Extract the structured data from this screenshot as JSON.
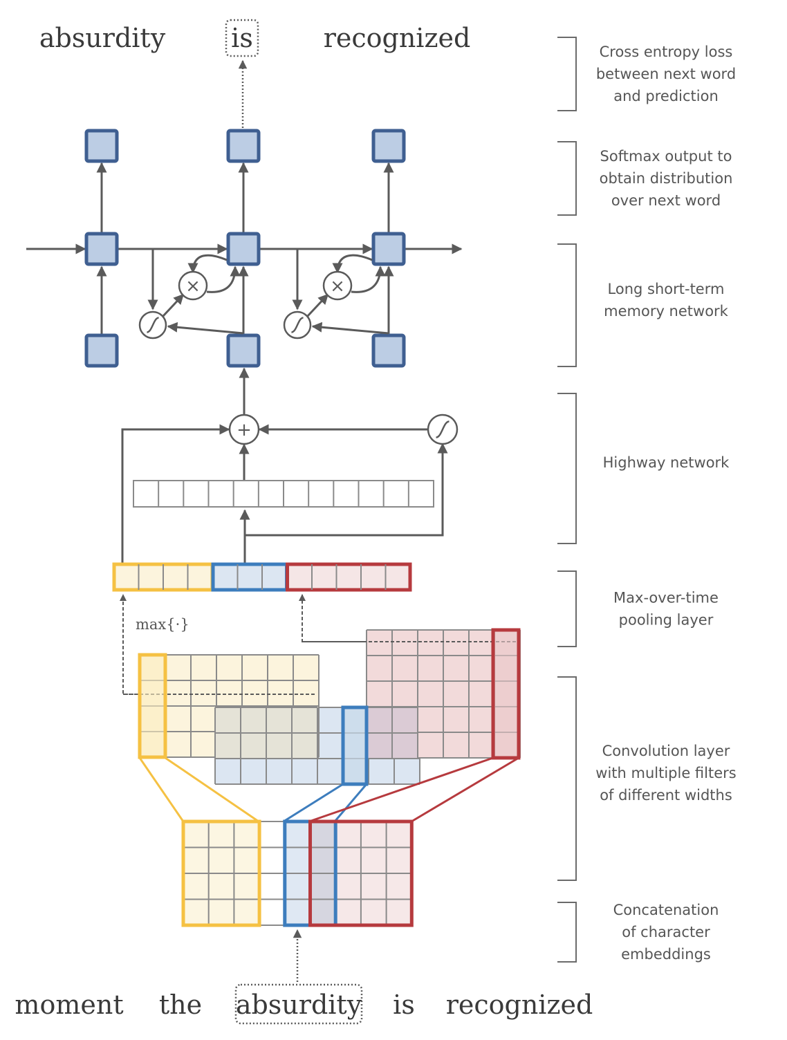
{
  "colors": {
    "lstm_fill": "#bccde4",
    "lstm_stroke": "#3f5f91",
    "yellow": "#f5c143",
    "yellow_fill": "#fcf4dd",
    "yellow_focus": "#fbecbf",
    "blue": "#3d7dbd",
    "blue_fill": "#dce6f2",
    "blue_focus": "#c6d8ea",
    "red": "#b63a3e",
    "red_fill": "#f2dada",
    "red_focus": "#eac7c8",
    "overlap_yb": "#e5e3d7",
    "overlap_br": "#dbcbd5",
    "overlap_emb": "#d6d6e0"
  },
  "output_words": [
    {
      "text": "absurdity",
      "highlighted": false
    },
    {
      "text": "is",
      "highlighted": true
    },
    {
      "text": "recognized",
      "highlighted": false
    }
  ],
  "input_words": [
    {
      "text": "moment",
      "highlighted": false
    },
    {
      "text": "the",
      "highlighted": false
    },
    {
      "text": "absurdity",
      "highlighted": true
    },
    {
      "text": "is",
      "highlighted": false
    },
    {
      "text": "recognized",
      "highlighted": false
    }
  ],
  "pooling_operator": "max{·}",
  "layers": [
    {
      "id": "cross-entropy",
      "lines": [
        "Cross entropy loss",
        "between next word",
        "and prediction"
      ]
    },
    {
      "id": "softmax",
      "lines": [
        "Softmax output to",
        "obtain distribution",
        "over next word"
      ]
    },
    {
      "id": "lstm",
      "lines": [
        "Long short-term",
        "memory network"
      ]
    },
    {
      "id": "highway",
      "lines": [
        "Highway network"
      ]
    },
    {
      "id": "max-pooling",
      "lines": [
        "Max-over-time",
        "pooling layer"
      ]
    },
    {
      "id": "convolution",
      "lines": [
        "Convolution layer",
        "with multiple filters",
        "of different widths"
      ]
    },
    {
      "id": "char-embeddings",
      "lines": [
        "Concatenation",
        "of character",
        "embeddings"
      ]
    }
  ],
  "structure": {
    "timesteps": 3,
    "highway_units": 12,
    "pooled_yellow_cells": 4,
    "pooled_blue_cells": 3,
    "pooled_red_cells": 5,
    "char_embedding_rows": 4,
    "char_count": 9,
    "filter_widths": {
      "yellow": 3,
      "blue": 2,
      "red": 4
    }
  },
  "symbols": {
    "multiply": "×",
    "add": "+"
  }
}
